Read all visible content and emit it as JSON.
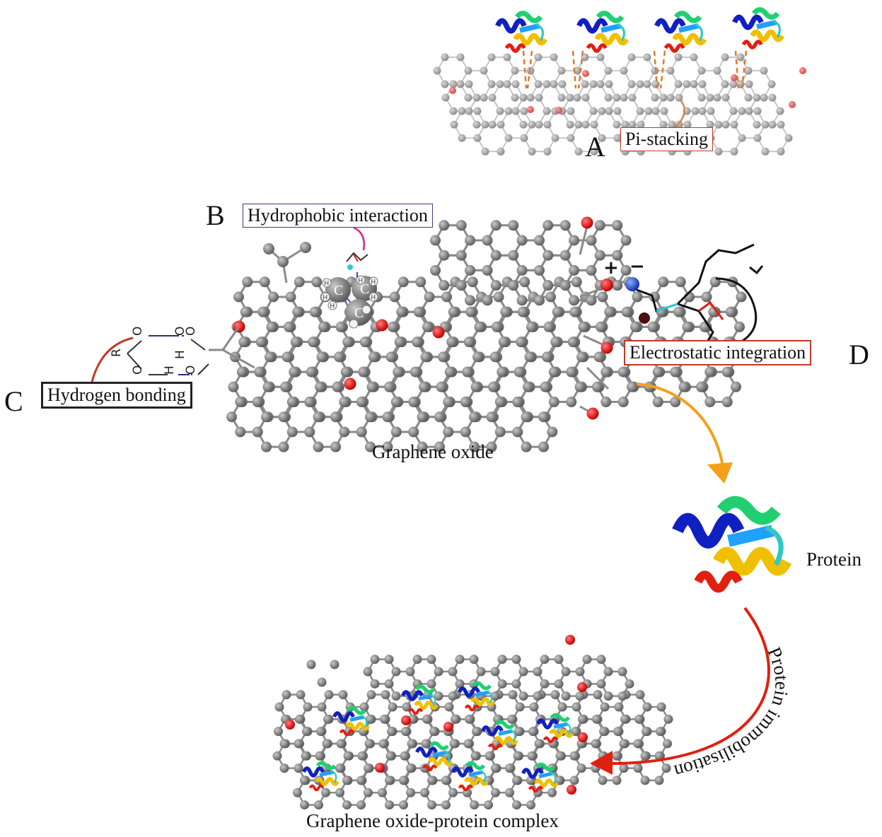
{
  "panels": {
    "a": {
      "letter": "A",
      "label": "Pi-stacking"
    },
    "b": {
      "letter": "B",
      "label": "Hydrophobic interaction"
    },
    "c": {
      "letter": "C",
      "label": "Hydrogen bonding"
    },
    "d": {
      "letter": "D",
      "label": "Electrostatic integration"
    }
  },
  "center_label": "Graphene oxide",
  "protein_label": "Protein",
  "arrow_label": "Protein immobilisation",
  "complex_label": "Graphene oxide-protein complex",
  "charges": {
    "plus": "+",
    "minus": "−"
  },
  "hbond_atoms": [
    "R",
    "O",
    "O",
    "H",
    "O",
    "H",
    "O",
    "O"
  ],
  "methyl_atoms": [
    "C",
    "C",
    "C",
    "H",
    "H",
    "H",
    "H",
    "H",
    "H"
  ],
  "colors": {
    "carbon": "#777777",
    "oxygen": "#e8000b",
    "pi_stack_line": "#e07a2a",
    "box_pi": "#c0392b",
    "box_hydrophobic": "#3b3b8f",
    "box_hbond": "#222222",
    "box_electrostatic": "#c0392b",
    "arrow_orange": "#f5a01a",
    "arrow_red": "#e02010"
  }
}
